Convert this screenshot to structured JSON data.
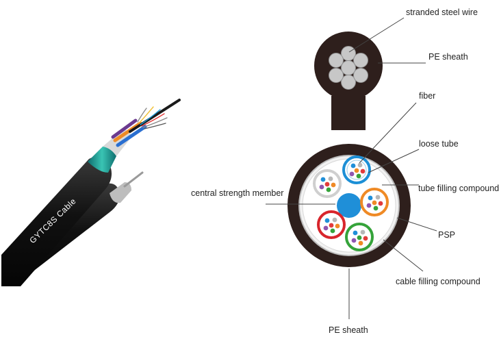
{
  "cable_name": "GYTC8S  Cable",
  "labels": {
    "stranded_steel_wire": "stranded steel wire",
    "pe_sheath_top": "PE sheath",
    "fiber": "fiber",
    "loose_tube": "loose tube",
    "tube_filling_compound": "tube filling compound",
    "central_strength_member": "central strength member",
    "psp": "PSP",
    "cable_filling_compound": "cable filling compound",
    "pe_sheath_bottom": "PE sheath"
  },
  "colors": {
    "sheath": "#2e1f1c",
    "steel_wire": "#c7c7c7",
    "central_member": "#1f8fd8",
    "tube_blue": "#1c8fd6",
    "tube_orange": "#ef8a25",
    "tube_green": "#35a33a",
    "tube_red": "#d8252c",
    "tube_white": "#cfcfcf"
  },
  "icons": [
    "cable-3d-illustration",
    "cross-section-diagram"
  ]
}
